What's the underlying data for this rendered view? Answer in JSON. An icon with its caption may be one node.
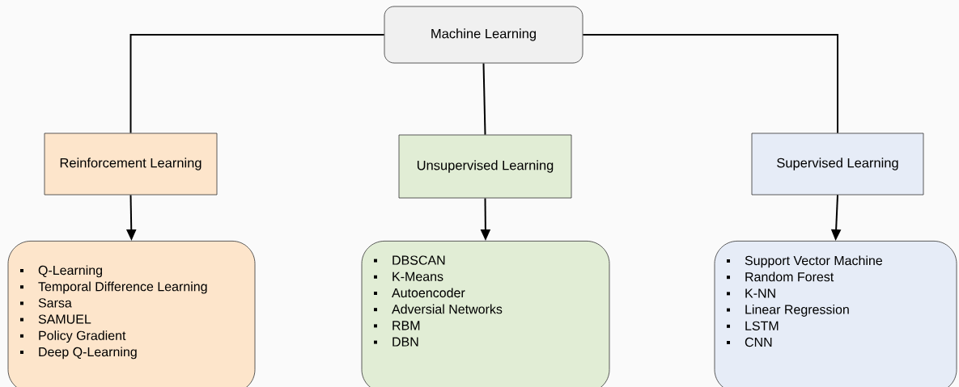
{
  "diagram": {
    "nodes": [
      {
        "text": [
          "Machine Learning"
        ]
      },
      {
        "text": [
          "Reinforcement Learning"
        ]
      },
      {
        "text": [
          "Unsupervised Learning"
        ]
      },
      {
        "text": [
          "Supervised Learning"
        ]
      },
      {
        "text": [
          "Q-Learning",
          "Temporal Difference Learning",
          "Sarsa",
          "SAMUEL",
          "Policy Gradient",
          "Deep Q-Learning"
        ]
      },
      {
        "text": [
          "DBSCAN",
          "K-Means",
          "Autoencoder",
          "Adversial Networks",
          "RBM",
          "DBN"
        ]
      },
      {
        "text": [
          "Support Vector Machine",
          "Random Forest",
          "K-NN",
          "Linear Regression",
          "LSTM",
          "CNN"
        ]
      }
    ],
    "edges": [
      {
        "from": 0,
        "to": 1,
        "arrow": "none"
      },
      {
        "from": 0,
        "to": 2,
        "arrow": "none"
      },
      {
        "from": 0,
        "to": 3,
        "arrow": "none"
      },
      {
        "from": 1,
        "to": 4,
        "arrow": "to"
      },
      {
        "from": 2,
        "to": 5,
        "arrow": "to"
      },
      {
        "from": 3,
        "to": 6,
        "arrow": "to"
      }
    ]
  }
}
